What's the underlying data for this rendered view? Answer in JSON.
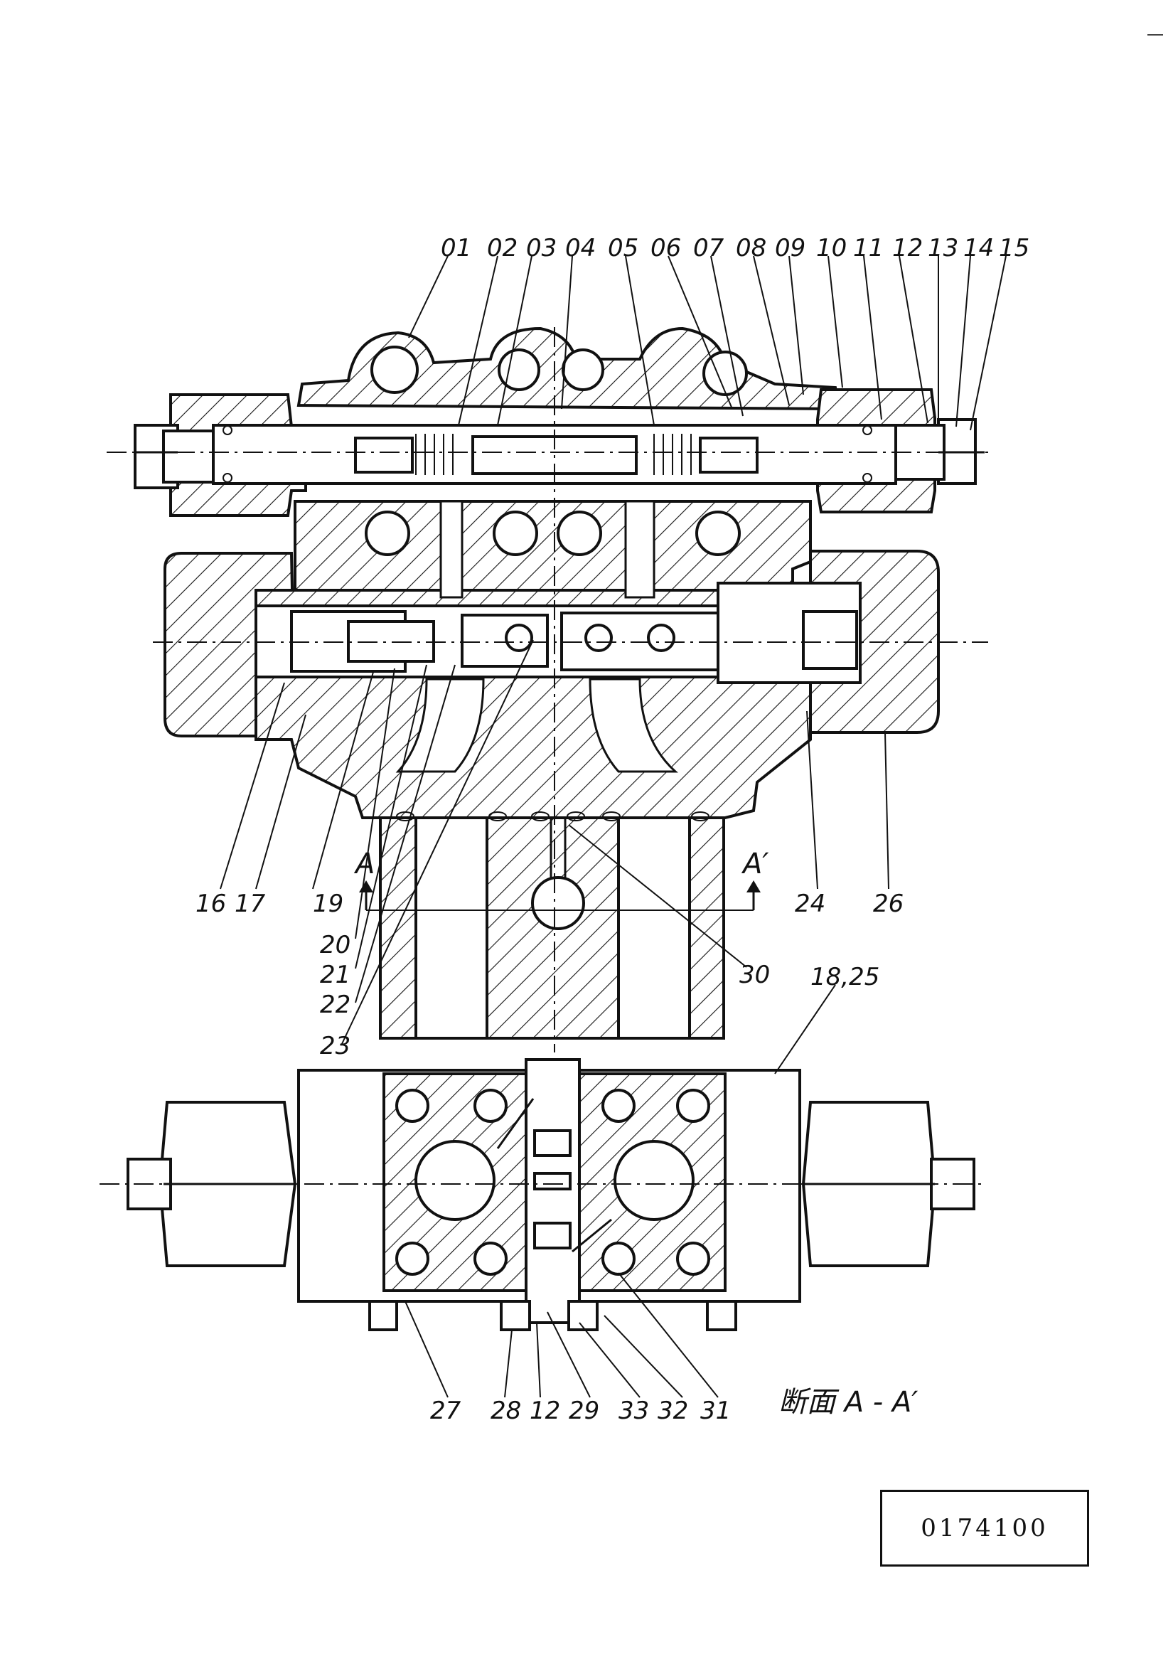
{
  "title_caption": "断面 A - A′",
  "document_number": "0174100",
  "section_marks": {
    "left": "A",
    "right": "A′"
  },
  "part_labels": {
    "top_row": [
      "01",
      "02",
      "03",
      "04",
      "05",
      "06",
      "07",
      "08",
      "09",
      "10",
      "11",
      "12",
      "13",
      "14",
      "15"
    ],
    "left_side": [
      "16",
      "17",
      "19",
      "20",
      "21",
      "22",
      "23"
    ],
    "right_side": [
      "24",
      "26",
      "30",
      "18,25"
    ],
    "bottom_row": [
      "27",
      "28",
      "12",
      "29",
      "33",
      "32",
      "31"
    ]
  }
}
